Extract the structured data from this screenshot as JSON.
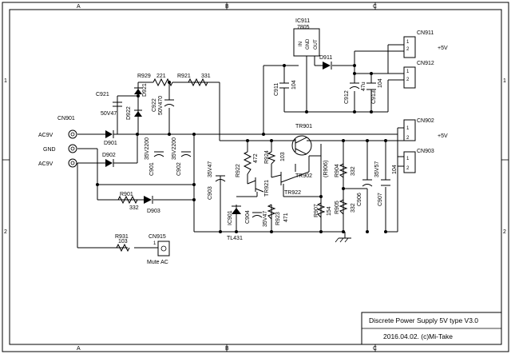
{
  "border": {
    "columns": [
      "A",
      "B",
      "C"
    ],
    "rows": [
      "1",
      "2"
    ]
  },
  "title_block": {
    "title": "Discrete Power Supply 5V type V3.0",
    "date_credit": "2016.04.02.  (c)Mi-Take"
  },
  "inputs": {
    "connector": "CN901",
    "terms": [
      "AC9V",
      "GND",
      "AC9V"
    ]
  },
  "output_connectors": [
    {
      "ref": "CN911",
      "pins": [
        "1",
        "2"
      ]
    },
    {
      "ref": "CN912",
      "pins": [
        "1",
        "2"
      ]
    },
    {
      "ref": "CN902",
      "pins": [
        "1",
        "2"
      ]
    },
    {
      "ref": "CN903",
      "pins": [
        "1",
        "2"
      ]
    }
  ],
  "rail_labels": {
    "upper": "+5V",
    "lower": "+5V"
  },
  "mute": {
    "connector": "CN915",
    "pin": "1",
    "label": "Mute AC"
  },
  "components": {
    "ic911": {
      "ref": "IC911",
      "value": "7805",
      "pins": [
        "IN",
        "GND",
        "OUT"
      ]
    },
    "d911": "D911",
    "c911": {
      "ref": "C911",
      "value": "104"
    },
    "c912": {
      "ref": "C912",
      "value": "47u"
    },
    "c913": {
      "ref": "C913",
      "value": "104"
    },
    "c921": {
      "ref": "C921",
      "value": "50V47"
    },
    "d921": "D921",
    "d922": "D922",
    "c922": {
      "ref": "C922",
      "value": "50V470"
    },
    "r929": {
      "ref": "R929",
      "value": "221"
    },
    "r921": {
      "ref": "R921",
      "value": "331"
    },
    "d901": "D901",
    "d902": "D902",
    "c901": {
      "ref": "C901",
      "value": "35V2200"
    },
    "c902": {
      "ref": "C902",
      "value": "35V2200"
    },
    "r901": {
      "ref": "R901",
      "value": "332"
    },
    "d903": "D903",
    "c903": {
      "ref": "C903",
      "value": "35V47"
    },
    "r922": {
      "ref": "R922",
      "value": "472"
    },
    "r924": {
      "ref": "R924",
      "value": "103"
    },
    "tr901": "TR901",
    "tr902": "TR902",
    "tr921": "TR921",
    "tr922": "TR922",
    "ic901": {
      "ref": "IC901",
      "value": "TL431"
    },
    "c904": {
      "ref": "C904",
      "value": "35V47"
    },
    "r923": {
      "ref": "R923",
      "value": "471"
    },
    "r906": "(R906)",
    "r904": {
      "ref": "R904",
      "value": "332"
    },
    "r907": {
      "ref": "R907",
      "value": "154"
    },
    "r905": {
      "ref": "R905",
      "value": "332"
    },
    "c906": {
      "ref": "C906",
      "value": "35V57"
    },
    "c907": {
      "ref": "C907",
      "value": "104"
    },
    "r931": {
      "ref": "R931",
      "value": "103"
    }
  }
}
